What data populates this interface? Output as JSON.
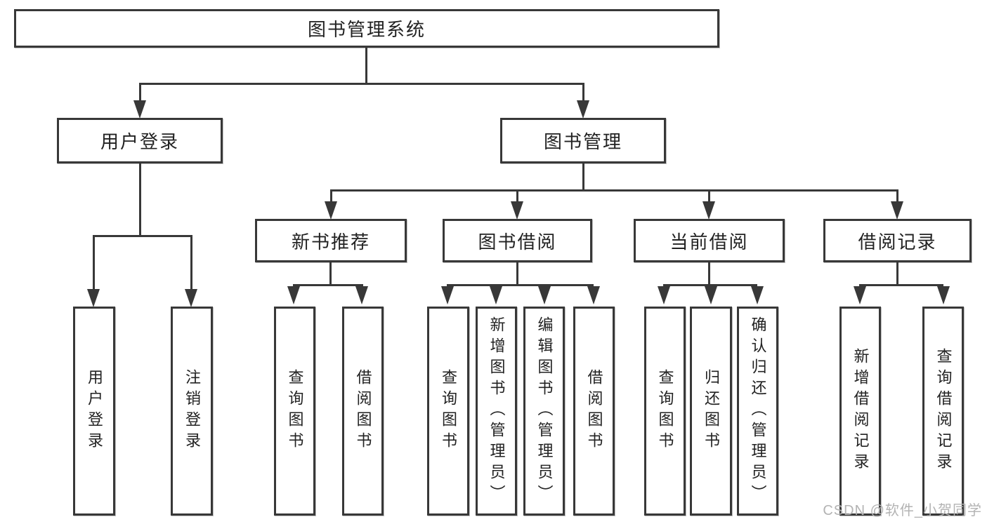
{
  "diagram": {
    "root": {
      "label": "图书管理系统"
    },
    "level2": [
      {
        "id": "user-login",
        "label": "用户登录"
      },
      {
        "id": "book-management",
        "label": "图书管理"
      }
    ],
    "level3": [
      {
        "id": "new-book-recommend",
        "label": "新书推荐"
      },
      {
        "id": "book-borrowing",
        "label": "图书借阅"
      },
      {
        "id": "current-borrowing",
        "label": "当前借阅"
      },
      {
        "id": "borrowing-records",
        "label": "借阅记录"
      }
    ],
    "leaves": {
      "user_login": [
        {
          "label": "用户登录"
        },
        {
          "label": "注销登录"
        }
      ],
      "new_book_recommend": [
        {
          "label": "查询图书"
        },
        {
          "label": "借阅图书"
        }
      ],
      "book_borrowing": [
        {
          "label": "查询图书"
        },
        {
          "label": "新增图书（管理员）"
        },
        {
          "label": "编辑图书（管理员）"
        },
        {
          "label": "借阅图书"
        }
      ],
      "current_borrowing": [
        {
          "label": "查询图书"
        },
        {
          "label": "归还图书"
        },
        {
          "label": "确认归还（管理员）"
        }
      ],
      "borrowing_records": [
        {
          "label": "新增借阅记录"
        },
        {
          "label": "查询借阅记录"
        }
      ]
    }
  },
  "watermark": {
    "text": "CSDN @软件_小贺同学"
  },
  "colors": {
    "line": "#383838",
    "text": "#222222",
    "watermark": "#b3b3b3",
    "background": "#ffffff"
  }
}
